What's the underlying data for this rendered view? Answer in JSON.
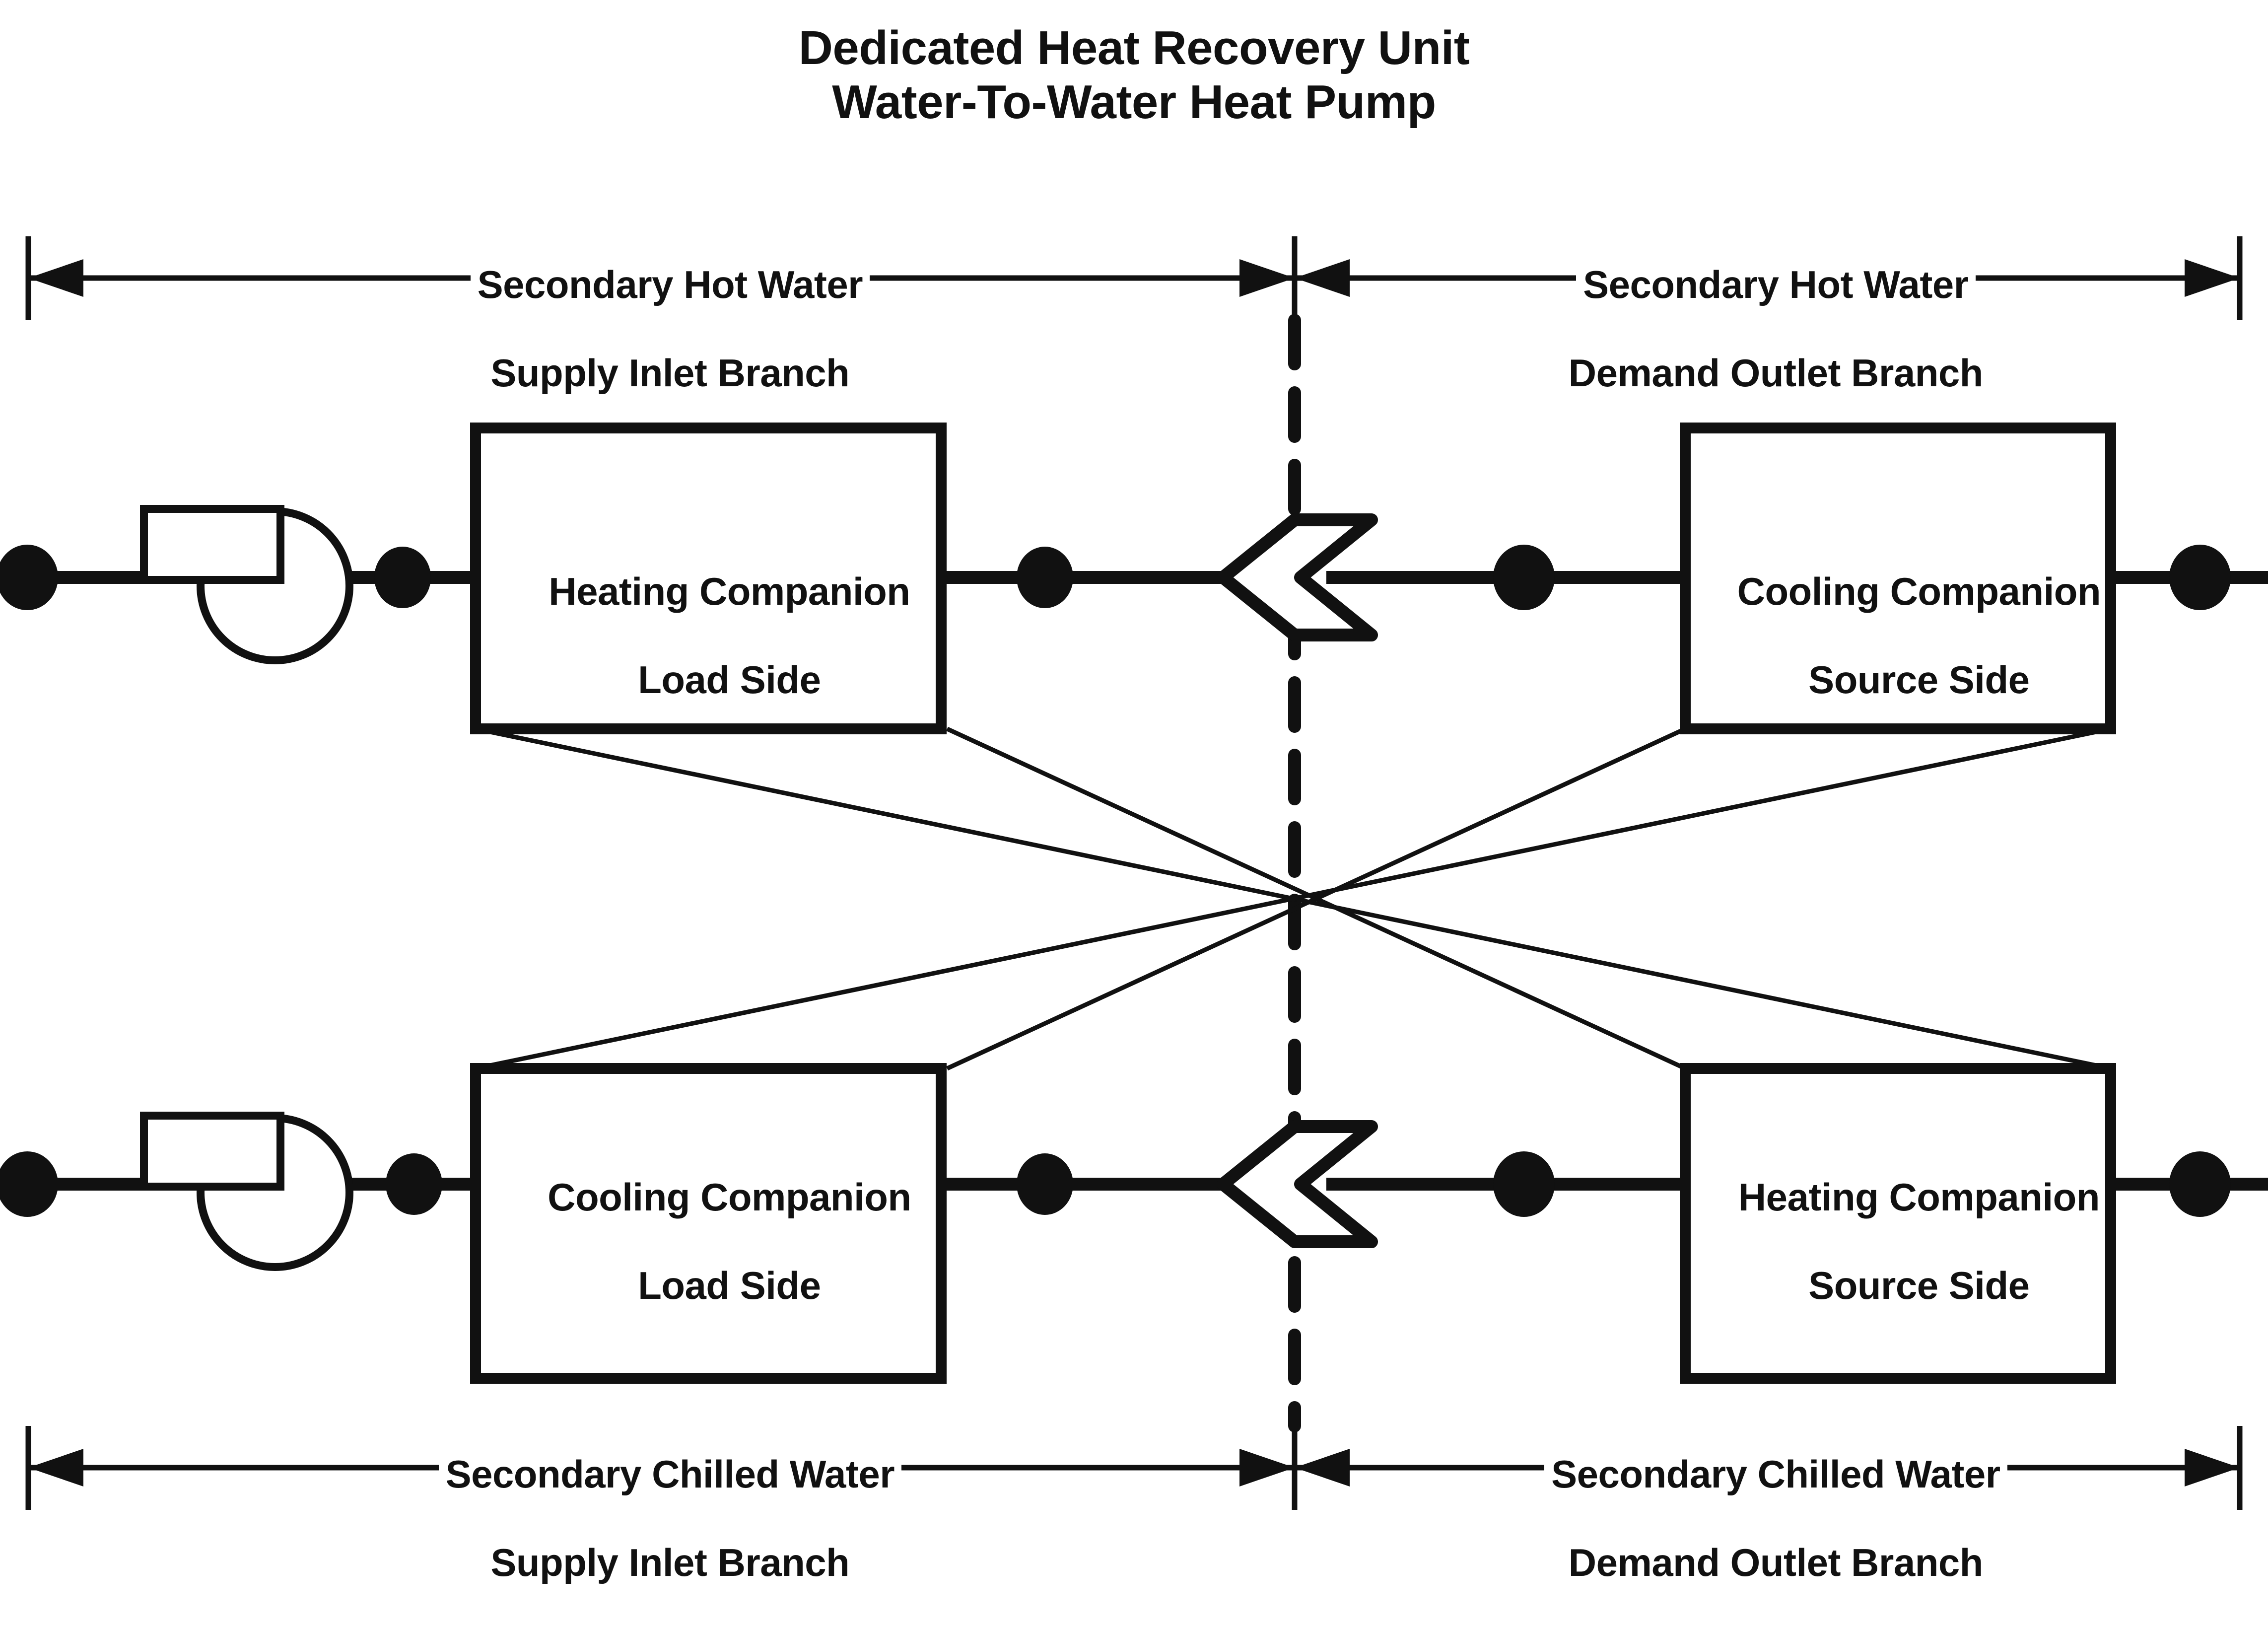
{
  "title": {
    "line1": "Dedicated Heat Recovery Unit",
    "line2": "Water-To-Water Heat Pump"
  },
  "dimensions": {
    "top_left": {
      "line1": "Secondary Hot Water",
      "line2": "Supply Inlet Branch"
    },
    "top_right": {
      "line1": "Secondary Hot Water",
      "line2": "Demand Outlet Branch"
    },
    "bottom_left": {
      "line1": "Secondary Chilled Water",
      "line2": "Supply Inlet Branch"
    },
    "bottom_right": {
      "line1": "Secondary Chilled Water",
      "line2": "Demand Outlet Branch"
    }
  },
  "boxes": {
    "top_left": {
      "line1": "Heating Companion",
      "line2": "Load Side"
    },
    "top_right": {
      "line1": "Cooling Companion",
      "line2": "Source Side"
    },
    "bottom_left": {
      "line1": "Cooling Companion",
      "line2": "Load Side"
    },
    "bottom_right": {
      "line1": "Heating Companion",
      "line2": "Source Side"
    }
  },
  "symbols": {
    "pump_top": "pump-icon",
    "pump_bottom": "pump-icon",
    "arrow_top": "flow-arrow-left-icon",
    "arrow_bottom": "flow-arrow-left-icon",
    "nodes": "connection-node-icon",
    "split_line": "dashed-divider",
    "crossover": "refrigerant-crossover-lines"
  },
  "colors": {
    "line": "#111111",
    "background": "#ffffff"
  }
}
